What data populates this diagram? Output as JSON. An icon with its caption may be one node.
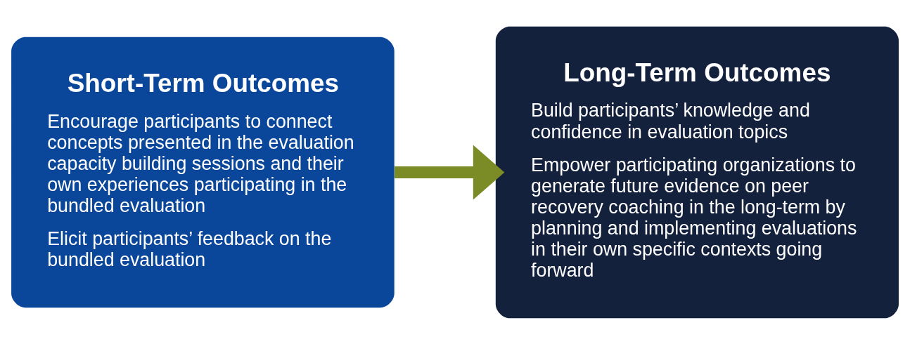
{
  "diagram": {
    "nodes": [
      {
        "text": [
          "Short-Term Outcomes",
          "Encourage participants to connect concepts presented in the evaluation capacity building sessions and their own experiences participating in the bundled evaluation",
          "Elicit participants’ feedback on the bundled evaluation"
        ]
      },
      {
        "text": [
          "Long-Term Outcomes",
          "Build participants’ knowledge and confidence in evaluation topics",
          "Empower participating organizations to generate future evidence on peer recovery coaching in the long-term by planning and implementing evaluations in their own specific contexts going forward"
        ]
      }
    ],
    "edges": [
      {
        "from": 0,
        "to": 1,
        "arrow": "to",
        "color": "#7b8b26"
      }
    ]
  }
}
